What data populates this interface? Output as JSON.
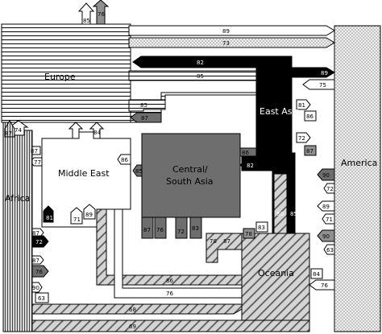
{
  "regions": {
    "europe": "Europe",
    "east_asia": "East Asia",
    "america": "America",
    "middle_east": "Middle East",
    "central_south_asia": "Central/ South Asia",
    "africa": "Africa",
    "oceania": "Oceania"
  },
  "values": {
    "eu_top_box": "85",
    "eu_top_arrow": "76",
    "eu_am_89": "89",
    "eu_am_73": "73",
    "ea_82": "82",
    "ea_89": "89",
    "eu_85": "85",
    "ea_75": "75",
    "eu_85b": "85",
    "af_74": "74",
    "me_84": "84",
    "ea_81": "81",
    "ea_86": "86",
    "ea_72": "72",
    "ea_87": "87",
    "cs_87": "87",
    "af_87_top": "87",
    "me_87": "87",
    "me_77": "77",
    "me_86": "86",
    "cs_86": "86",
    "cs_85": "85",
    "cs_82": "82",
    "am_90": "90",
    "am_72": "72",
    "am_89": "89",
    "am_71": "71",
    "am_90b": "90",
    "am_63": "63",
    "me_81": "81",
    "me_71": "71",
    "me_89": "89",
    "af_87a": "87",
    "af_72": "72",
    "af_87b": "87",
    "af_76": "76",
    "af_90": "90",
    "af_63": "63",
    "cs_87a": "87",
    "cs_76": "76",
    "cs_72": "72",
    "cs_83": "83",
    "ea_80": "80",
    "ea_85": "85",
    "oc_83": "83",
    "oc_78": "78",
    "oc_78b": "78",
    "cs_87b": "87",
    "oc_84": "84",
    "oc_76": "76",
    "me_86b": "86",
    "me_76": "76",
    "af_68": "68",
    "af_69": "69"
  }
}
